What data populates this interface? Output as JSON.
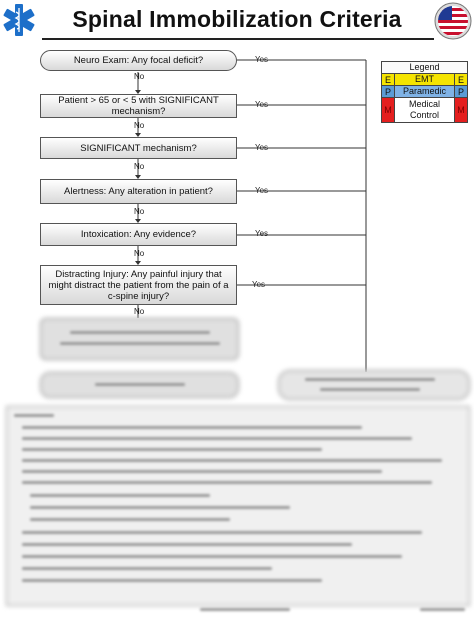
{
  "header": {
    "title": "Spinal Immobilization Criteria",
    "left_logo_icon": "star-of-life-icon",
    "right_logo_icon": "flag-seal-icon"
  },
  "flowchart": {
    "steps": [
      {
        "text": "Neuro Exam: Any focal deficit?",
        "no": "No",
        "yes": "Yes"
      },
      {
        "text": "Patient > 65 or < 5 with SIGNIFICANT mechanism?",
        "no": "No",
        "yes": "Yes"
      },
      {
        "text": "SIGNIFICANT mechanism?",
        "no": "No",
        "yes": "Yes"
      },
      {
        "text": "Alertness: Any alteration in patient?",
        "no": "No",
        "yes": "Yes"
      },
      {
        "text": "Intoxication: Any evidence?",
        "no": "No",
        "yes": "Yes"
      },
      {
        "text": "Distracting Injury: Any painful injury that might distract the patient from the pain of a c-spine injury?",
        "no": "No",
        "yes": "Yes"
      }
    ]
  },
  "legend": {
    "title": "Legend",
    "items": [
      {
        "code": "E",
        "label": "EMT",
        "color": "#f5e400"
      },
      {
        "code": "P",
        "label": "Paramedic",
        "color": "#5b9bd5"
      },
      {
        "code": "M",
        "label": "Medical Control",
        "color": "#e41f1f"
      }
    ]
  }
}
